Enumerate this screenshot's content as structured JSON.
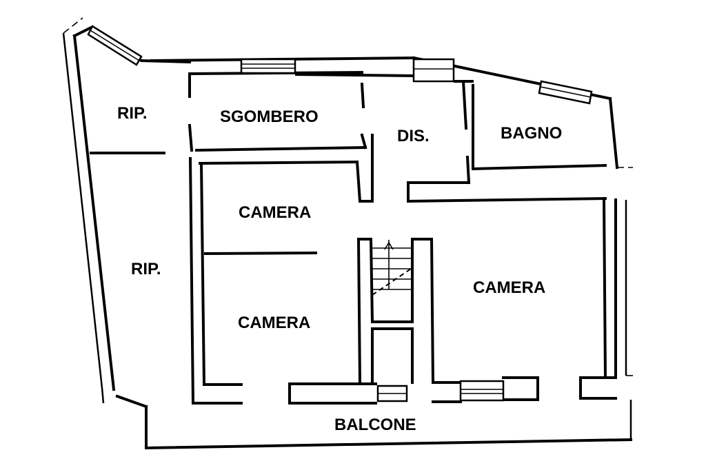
{
  "rooms": {
    "rip_top": "RIP.",
    "sgombero": "SGOMBERO",
    "dis": "DIS.",
    "bagno": "BAGNO",
    "camera_center_top": "CAMERA",
    "rip_left": "RIP.",
    "camera_center_bottom": "CAMERA",
    "camera_right": "CAMERA",
    "balcone": "BALCONE"
  },
  "colors": {
    "wall": "#000000",
    "background": "#ffffff"
  }
}
